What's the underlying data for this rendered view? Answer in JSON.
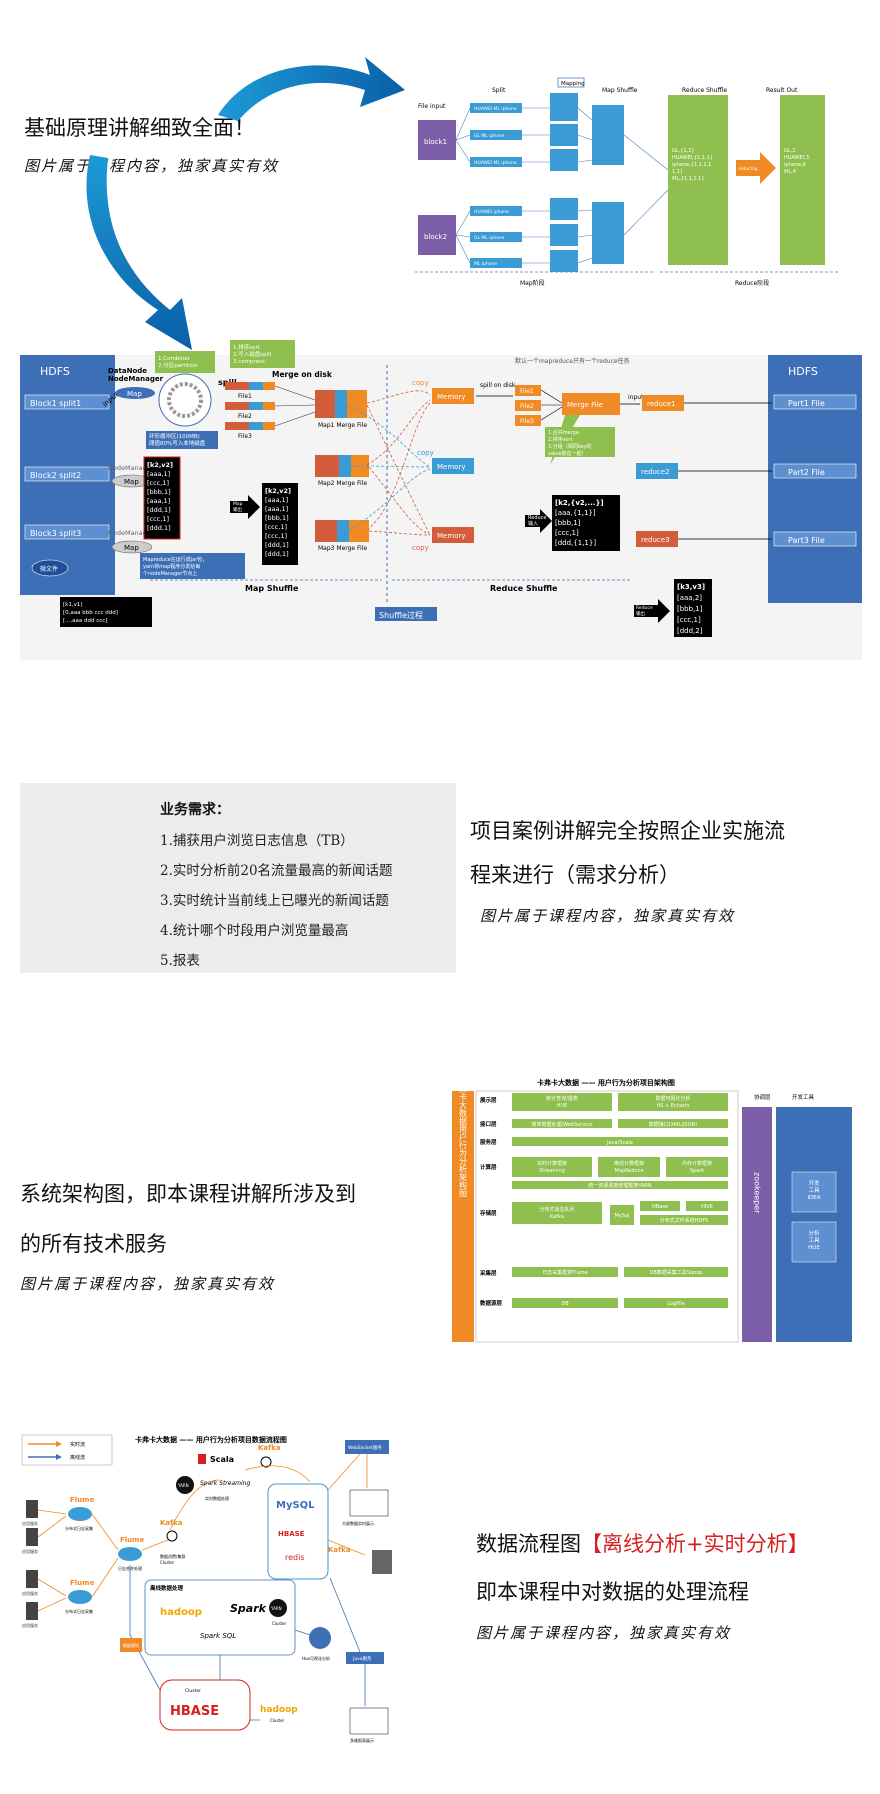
{
  "section1": {
    "title": "基础原理讲解细致全面！",
    "note": "图片属于课程内容，独家真实有效",
    "mr": {
      "file_input": "File input",
      "split": "Split",
      "mapping": "Mapping",
      "map_shuffle": "Map Shuffle",
      "reduce_shuffle": "Reduce Shuffle",
      "result_out": "Result Out",
      "block1": "block1",
      "block2": "block2",
      "split_rows": [
        "HUAWEI ML iphone",
        "GL ML iphone",
        "HUAWEI ML iphone",
        "HUAWEI iphone",
        "GL ML iphone",
        "ML iphone"
      ],
      "reduce_text": "GL,{1,1}\nHUAWEI,{1,1,1}\niphone,{1,1,1,1,1,1}\nML,{1,1,1,1}",
      "reducing": "reducing",
      "result_text": "GL,2\nHUAWEI,3\niphone,6\nML,4",
      "map_phase": "Map阶段",
      "reduce_phase": "Reduce阶段"
    },
    "shuffle": {
      "hdfs": "HDFS",
      "blocks": [
        "Block1 split1",
        "Block2 split2",
        "Block3 split3"
      ],
      "micro_file": "微文件",
      "datanode": "DataNode",
      "nodemanager": "NodeManager",
      "map": "Map",
      "input": "input",
      "spill": "spill",
      "merge_on_disk": "Merge on disk",
      "combiner": "1.Combiner\n2.分区partition",
      "sort_note": "1.排序sort\n2.写入磁盘spill\n3.compress",
      "buffer_note": "环形缓冲区(100MB)\n阈值80%写入本地磁盘",
      "files": [
        "File1",
        "File2",
        "File3"
      ],
      "map1_merge": "Map1  Merge File",
      "map2_merge": "Map2  Merge File",
      "map3_merge": "Map3  Merge File",
      "kv2_a": "[k2,v2]\n[aaa,1]\n[ccc,1]\n[bbb,1]\n[aaa,1]\n[ddd,1]\n[ccc,1]\n[ddd,1]",
      "kv2_b": "[k2,v2]\n[aaa,1]\n[aaa,1]\n[bbb,1]\n[ccc,1]\n[ccc,1]\n[ddd,1]\n[ddd,1]",
      "map_output": "Map\n输出",
      "mapreduce_note": "Mapreduce在运行成jar包，\nyarn将map程序分发给每\n个nodeManager节点上",
      "top_note": "默认一个mapreduce只有一个reduce任务",
      "copy": "copy",
      "memory": "Memory",
      "spill_on_disk": "spill on disk",
      "merge_file": "Merge File",
      "merge_note": "1.合并merge\n2.排序sort\n3.分组（相同key的\nvalue放在一起）",
      "reduce_input": "Reduce\n输入",
      "kv3_group": "[k2,{v2,...}]\n[aaa,{1,1}]\n[bbb,1]\n[ccc,1]\n[ddd,{1,1}]",
      "reduces": [
        "reduce1",
        "reduce2",
        "reduce3"
      ],
      "parts": [
        "Part1 File",
        "Part2 File",
        "Part3 File"
      ],
      "map_shuffle": "Map Shuffle",
      "reduce_shuffle": "Reduce Shuffle",
      "shuffle_process": "Shuffle过程",
      "kv1": "[k1,v1]\n[0,aaa bbb ccc ddd]\n[...,aaa ddd ccc]",
      "reduce_output": "Reduce\n输出",
      "kv3": "[k3,v3]\n[aaa,2]\n[bbb,1]\n[ccc,1]\n[ddd,2]"
    }
  },
  "section2": {
    "title": "业务需求：",
    "items": [
      "1.捕获用户浏览日志信息（TB）",
      "2.实时分析前20名流量最高的新闻话题",
      "3.实时统计当前线上已曝光的新闻话题",
      "4.统计哪个时段用户浏览量最高",
      "5.报表"
    ],
    "text_line1": "项目案例讲解完全按照企业实施流",
    "text_line2": "程来进行（需求分析）",
    "note": "图片属于课程内容，独家真实有效"
  },
  "section3": {
    "text_line1": "系统架构图，即本课程讲解所涉及到",
    "text_line2": "的所有技术服务",
    "note": "图片属于课程内容，独家真实有效",
    "arch": {
      "title": "卡弗卡大数据 —— 用户行为分析项目架构图",
      "side_label": "卡弗卡大数据用户行为分析架构图",
      "layers": [
        "展示层",
        "接口层",
        "服务层",
        "计算层",
        "存储层",
        "采集层",
        "数据源层"
      ],
      "show_boxes": [
        "统计查询/报表\nHUE",
        "数据可视化分析\nHS + Echarts"
      ],
      "iface_boxes": [
        "简单数据处理/WebService",
        "数据接口(XML/JSON)"
      ],
      "service_box": "Java/Scala",
      "compute_boxes": [
        "实时计算框架\nStreaming",
        "离线计算框架\nMapReduce",
        "内存计算框架\nSpark"
      ],
      "yarn_box": "统一资源调度管理框架YARN",
      "storage_boxes": [
        "分布式消息队列\nKafka",
        "MySql",
        "HBase",
        "HIVE",
        "分布式文件系统HDFS"
      ],
      "collect_boxes": [
        "日志采集框架Flume",
        "DB数据采集工具Sqoop"
      ],
      "source_boxes": [
        "DB",
        "LogFile"
      ],
      "coord": "协调层",
      "zookeeper": "zookeeper",
      "tools": "开发工具",
      "dev_tool1": "开发\n工具\nIDEA",
      "dev_tool2": "分析\n工具\nHUE"
    }
  },
  "section4": {
    "text_line1_a": "数据流程图",
    "text_line1_b": "【离线分析+实时分析】",
    "text_line2": "即本课程中对数据的处理流程",
    "note": "图片属于课程内容，独家真实有效",
    "flow": {
      "title": "卡弗卡大数据 —— 用户行为分析项目数据流程图",
      "legend": [
        "实时流",
        "离线流"
      ],
      "app_server": "应用服务",
      "flume": "Flume",
      "flume_note": "分布式日志采集",
      "flume_agg": "日志合并处理",
      "kafka": "Kafka",
      "scala": "Scala",
      "yarn": "YARN",
      "spark_streaming": "Spark Streaming",
      "realtime_note": "实时数据处理",
      "kafka_cluster": "数据消费/集群\nCluster",
      "mysql": "MySQL",
      "hbase": "HBASE",
      "redis": "redis",
      "websocket": "WebSocket服务",
      "big_screen": "大屏数据实时展示",
      "offline": "离线数据处理",
      "hadoop": "hadoop",
      "spark": "Spark",
      "spark_sql": "Spark SQL",
      "hue": "Hue可视化分析",
      "java_service": "Java服务",
      "report": "多维报表展示",
      "cluster": "Cluster",
      "storage_note": "数据落地"
    }
  }
}
